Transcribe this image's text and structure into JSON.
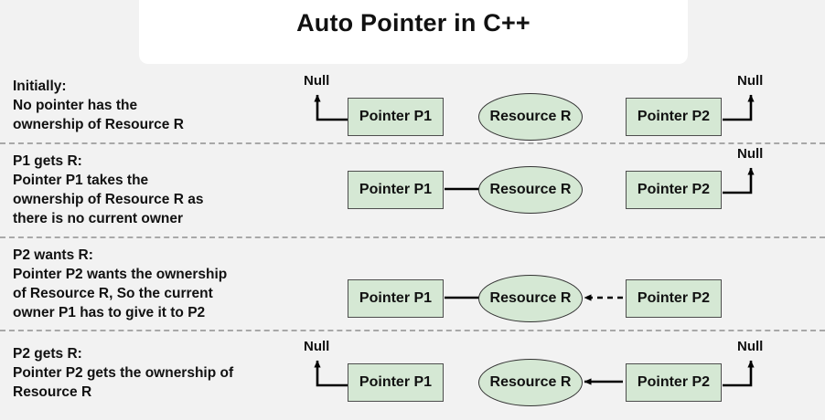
{
  "title": "Auto Pointer in C++",
  "labels": {
    "pointer_p1": "Pointer P1",
    "pointer_p2": "Pointer P2",
    "resource_r": "Resource R",
    "null": "Null"
  },
  "colors": {
    "page_background": "#f2f2f2",
    "title_card": "#ffffff",
    "node_fill": "#d5e8d4",
    "node_border": "#4d4d4d",
    "ellipse_border": "#333333",
    "arrow": "#000000",
    "divider": "#a8a8a8",
    "text": "#111111"
  },
  "rows": [
    {
      "id": "initially",
      "heading": "Initially:",
      "lines": [
        "Initially:",
        "No pointer has the",
        "ownership of Resource R"
      ],
      "p1_label": "Pointer P1",
      "p2_label": "Pointer P2",
      "resource_label": "Resource R",
      "p1_null_label": "Null",
      "p2_null_label": "Null",
      "p1_to_resource": "none",
      "p2_to_resource": "none",
      "p1_null_arrow": true,
      "p2_null_arrow": true
    },
    {
      "id": "p1-gets-r",
      "heading": "P1 gets R:",
      "lines": [
        "P1 gets R:",
        "Pointer P1 takes the",
        "ownership of Resource R as",
        "there is no current owner"
      ],
      "p1_label": "Pointer P1",
      "p2_label": "Pointer P2",
      "resource_label": "Resource R",
      "p2_null_label": "Null",
      "p1_to_resource": "solid",
      "p2_to_resource": "none",
      "p1_null_arrow": false,
      "p2_null_arrow": true
    },
    {
      "id": "p2-wants-r",
      "heading": "P2 wants R:",
      "lines": [
        "P2 wants R:",
        "Pointer P2 wants the ownership",
        "of Resource R, So the current",
        "owner P1 has to give it to P2"
      ],
      "p1_label": "Pointer P1",
      "p2_label": "Pointer P2",
      "resource_label": "Resource R",
      "p1_to_resource": "solid",
      "p2_to_resource": "dashed",
      "p1_null_arrow": false,
      "p2_null_arrow": false
    },
    {
      "id": "p2-gets-r",
      "heading": "P2 gets R:",
      "lines": [
        "P2 gets R:",
        "Pointer P2 gets the ownership of",
        "Resource R"
      ],
      "p1_label": "Pointer P1",
      "p2_label": "Pointer P2",
      "resource_label": "Resource R",
      "p1_null_label": "Null",
      "p2_null_label": "Null",
      "p1_to_resource": "none",
      "p2_to_resource": "solid",
      "p1_null_arrow": true,
      "p2_null_arrow": true
    }
  ]
}
